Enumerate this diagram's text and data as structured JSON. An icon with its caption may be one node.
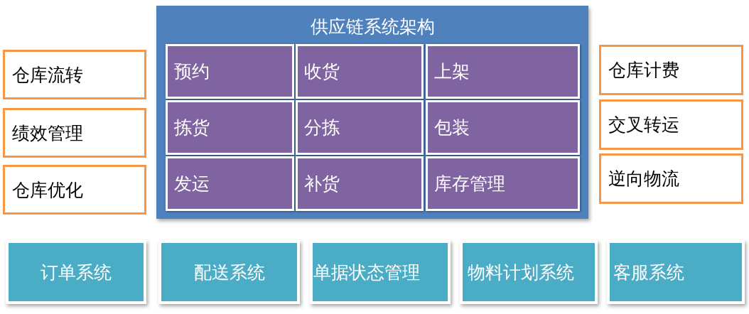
{
  "diagram": {
    "nodes": [
      {
        "text": [
          "供应链系统架构"
        ]
      },
      {
        "text": [
          "预约"
        ],
        "in": 0
      },
      {
        "text": [
          "收货"
        ],
        "in": 0
      },
      {
        "text": [
          "上架"
        ],
        "in": 0
      },
      {
        "text": [
          "拣货"
        ],
        "in": 0
      },
      {
        "text": [
          "分拣"
        ],
        "in": 0
      },
      {
        "text": [
          "包装"
        ],
        "in": 0
      },
      {
        "text": [
          "发运"
        ],
        "in": 0
      },
      {
        "text": [
          "补货"
        ],
        "in": 0
      },
      {
        "text": [
          "库存管理"
        ],
        "in": 0
      },
      {
        "text": [
          "仓库流转"
        ]
      },
      {
        "text": [
          "绩效管理"
        ]
      },
      {
        "text": [
          "仓库优化"
        ]
      },
      {
        "text": [
          "仓库计费"
        ]
      },
      {
        "text": [
          "交叉转运"
        ]
      },
      {
        "text": [
          "逆向物流"
        ]
      },
      {
        "text": [
          "订单系统"
        ]
      },
      {
        "text": [
          "配送系统"
        ]
      },
      {
        "text": [
          "单据状态管理"
        ]
      },
      {
        "text": [
          "物料计划系统"
        ]
      },
      {
        "text": [
          "客服系统"
        ]
      }
    ]
  }
}
